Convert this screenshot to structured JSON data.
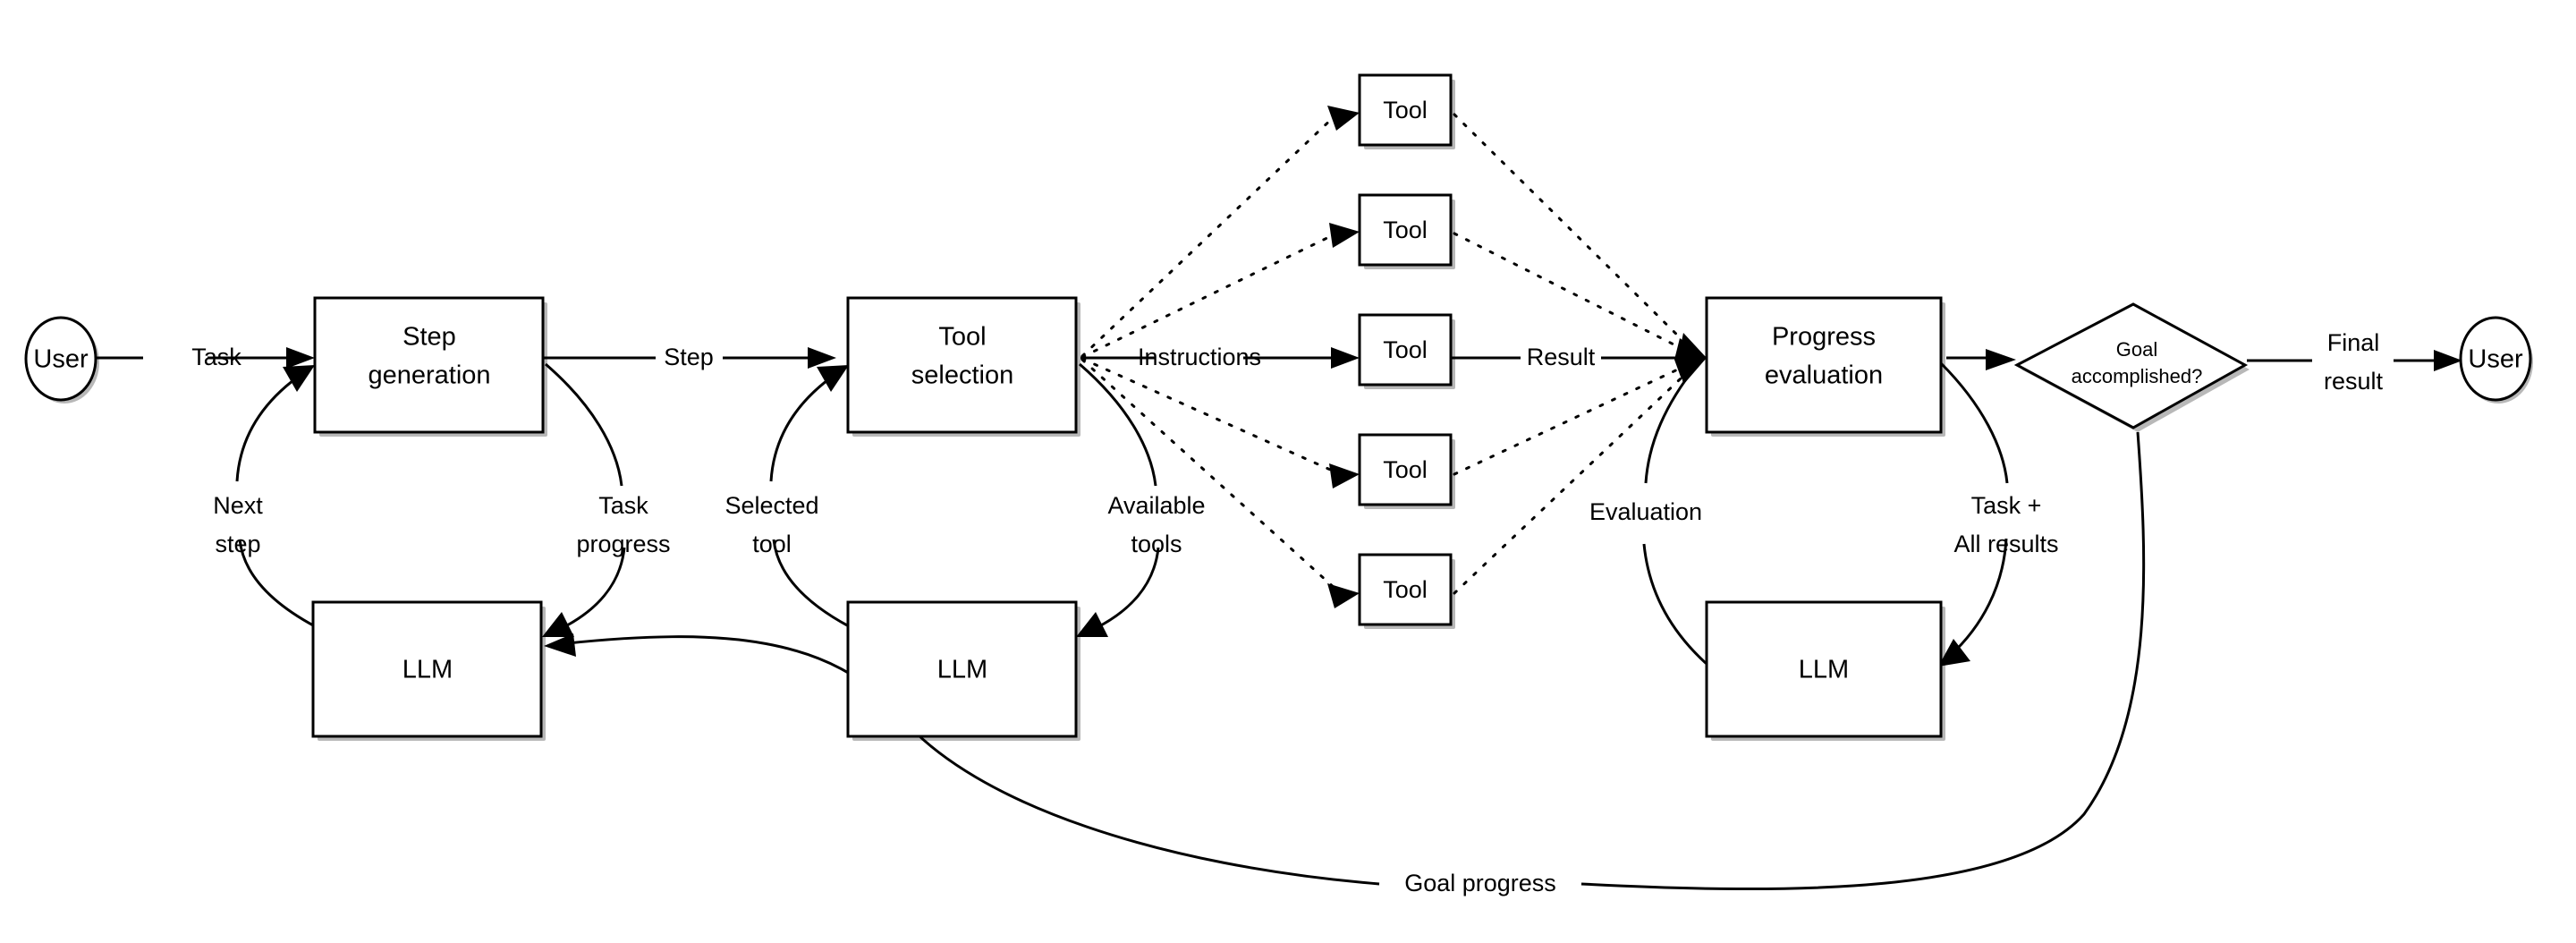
{
  "diagram": {
    "title": "LLM agent task execution loop",
    "background_color": "#ffffff",
    "stroke_color": "#000000",
    "font_size_node": 29,
    "font_size_edge": 27,
    "font_size_small": 22
  },
  "nodes": {
    "user_start": {
      "label": "User",
      "shape": "ellipse"
    },
    "step_generation": {
      "label_line1": "Step",
      "label_line2": "generation",
      "shape": "rect"
    },
    "llm_step": {
      "label": "LLM",
      "shape": "rect"
    },
    "tool_selection": {
      "label_line1": "Tool",
      "label_line2": "selection",
      "shape": "rect"
    },
    "llm_tool": {
      "label": "LLM",
      "shape": "rect"
    },
    "tools": [
      {
        "label": "Tool"
      },
      {
        "label": "Tool"
      },
      {
        "label": "Tool"
      },
      {
        "label": "Tool"
      },
      {
        "label": "Tool"
      }
    ],
    "progress_evaluation": {
      "label_line1": "Progress",
      "label_line2": "evaluation",
      "shape": "rect"
    },
    "llm_progress": {
      "label": "LLM",
      "shape": "rect"
    },
    "goal_decision": {
      "label_line1": "Goal",
      "label_line2": "accomplished?",
      "shape": "diamond"
    },
    "user_end": {
      "label": "User",
      "shape": "ellipse"
    }
  },
  "edges": [
    {
      "id": "task",
      "label": "Task",
      "from": "user_start",
      "to": "step_generation",
      "style": "solid"
    },
    {
      "id": "step",
      "label": "Step",
      "from": "step_generation",
      "to": "tool_selection",
      "style": "solid"
    },
    {
      "id": "next-step",
      "label_line1": "Next",
      "label_line2": "step",
      "from": "llm_step",
      "to": "step_generation",
      "style": "solid"
    },
    {
      "id": "task-progress",
      "label_line1": "Task",
      "label_line2": "progress",
      "from": "step_generation",
      "to": "llm_step",
      "style": "solid"
    },
    {
      "id": "selected-tool",
      "label_line1": "Selected",
      "label_line2": "tool",
      "from": "llm_tool",
      "to": "tool_selection",
      "style": "solid"
    },
    {
      "id": "available-tools",
      "label_line1": "Available",
      "label_line2": "tools",
      "from": "tool_selection",
      "to": "llm_tool",
      "style": "solid"
    },
    {
      "id": "instructions",
      "label": "Instructions",
      "from": "tool_selection",
      "to": "tools",
      "style": "mixed"
    },
    {
      "id": "result",
      "label": "Result",
      "from": "tools",
      "to": "progress_evaluation",
      "style": "mixed"
    },
    {
      "id": "evaluation",
      "label": "Evaluation",
      "from": "progress_evaluation",
      "to": "llm_progress",
      "style": "solid"
    },
    {
      "id": "task-all-results",
      "label_line1": "Task +",
      "label_line2": "All results",
      "from": "progress_evaluation",
      "to": "llm_progress",
      "style": "solid"
    },
    {
      "id": "goal-check",
      "label": "",
      "from": "progress_evaluation",
      "to": "goal_decision",
      "style": "solid"
    },
    {
      "id": "final-result",
      "label_line1": "Final",
      "label_line2": "result",
      "from": "goal_decision",
      "to": "user_end",
      "style": "solid"
    },
    {
      "id": "goal-progress",
      "label": "Goal progress",
      "from": "goal_decision",
      "to": "llm_step",
      "style": "solid"
    }
  ]
}
